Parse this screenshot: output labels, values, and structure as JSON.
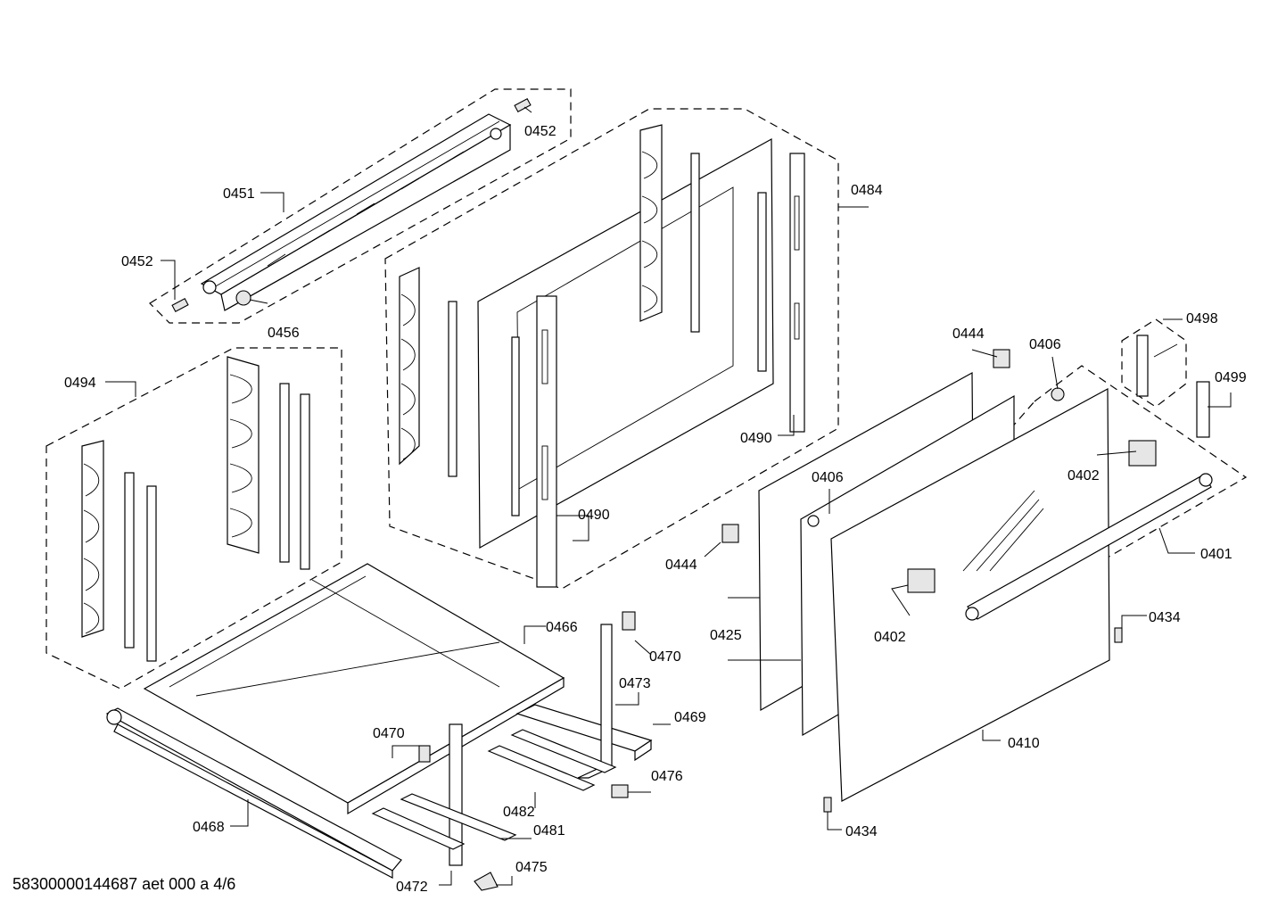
{
  "drawing_id": "58300000144687 aet 000 a 4/6",
  "labels": {
    "l0452a": "0452",
    "l0451": "0451",
    "l0452b": "0452",
    "l0456": "0456",
    "l0484": "0484",
    "l0494": "0494",
    "l0490a": "0490",
    "l0490b": "0490",
    "l0444a": "0444",
    "l0406a": "0406",
    "l0498": "0498",
    "l0499": "0499",
    "l0402a": "0402",
    "l0406b": "0406",
    "l0401": "0401",
    "l0444b": "0444",
    "l0425": "0425",
    "l0402b": "0402",
    "l0434a": "0434",
    "l0466": "0466",
    "l0470a": "0470",
    "l0473": "0473",
    "l0469": "0469",
    "l0470b": "0470",
    "l0476": "0476",
    "l0410": "0410",
    "l0482": "0482",
    "l0468": "0468",
    "l0481": "0481",
    "l0434b": "0434",
    "l0475": "0475",
    "l0472": "0472"
  }
}
